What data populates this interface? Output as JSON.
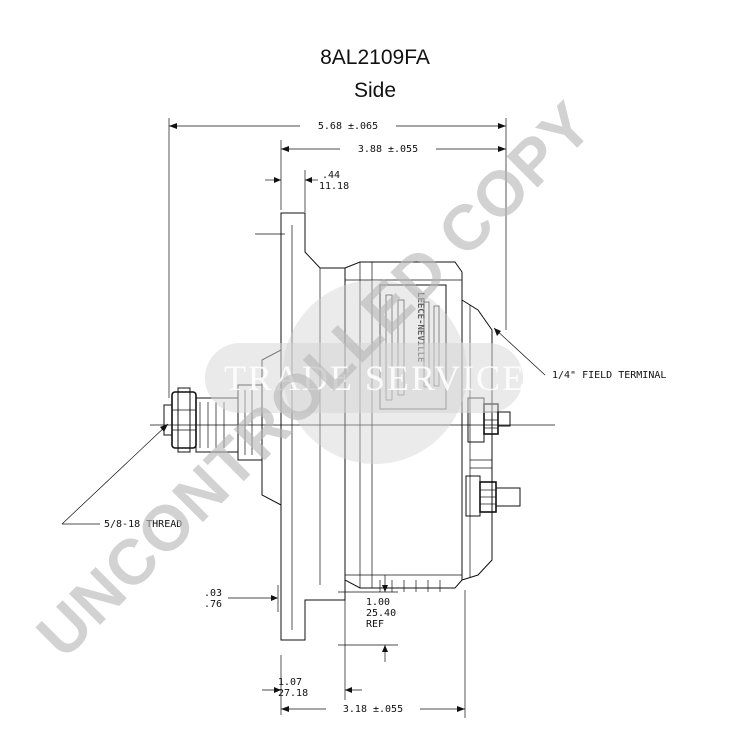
{
  "title": {
    "part_number": "8AL2109FA",
    "view": "Side"
  },
  "dimensions": {
    "overall_width": "5.68 ±.065",
    "body_width": "3.88 ±.055",
    "flange_in": ".44",
    "flange_mm": "11.18",
    "field_terminal": "1/4\" FIELD TERMINAL",
    "thread": "5/8-18 THREAD",
    "gap_in": ".03",
    "gap_mm": ".76",
    "ref_in": "1.00",
    "ref_mm": "25.40",
    "ref_label": "REF",
    "foot_in": "1.07",
    "foot_mm": "27.18",
    "bottom_width": "3.18 ±.055"
  },
  "nameplate": {
    "brand": "LEECE-NEVILLE"
  },
  "watermark": {
    "main": "UNCONTROLLED COPY",
    "band": "TRADE SERVICE"
  },
  "colors": {
    "line": "#111111",
    "watermark": "#b8b8b8",
    "band": "#d9d9d9"
  }
}
